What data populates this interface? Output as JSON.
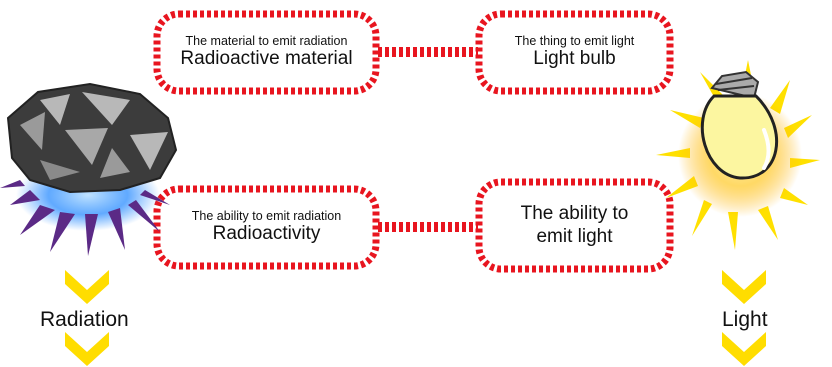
{
  "boxes": {
    "radioactive_material": {
      "caption": "The material to emit radiation",
      "label": "Radioactive material"
    },
    "light_bulb": {
      "caption": "The thing to emit light",
      "label": "Light bulb"
    },
    "radioactivity": {
      "caption": "The ability to emit radiation",
      "label": "Radioactivity"
    },
    "ability_light": {
      "label_line1": "The ability to",
      "label_line2": "emit light"
    }
  },
  "labels": {
    "radiation": "Radiation",
    "light": "Light"
  },
  "colors": {
    "dash_red": "#e8151f",
    "rock_dark": "#3c3c3c",
    "rock_light": "#b8b8b8",
    "rays_purple": "#5b2a86",
    "glow_blue": "#4fa0ff",
    "rays_yellow": "#ffe000",
    "bulb_fill": "#fcf6a0",
    "chevron_yellow": "#ffdd00"
  },
  "icons": [
    "radioactive-rock-icon",
    "light-bulb-icon",
    "down-chevron-icon"
  ]
}
